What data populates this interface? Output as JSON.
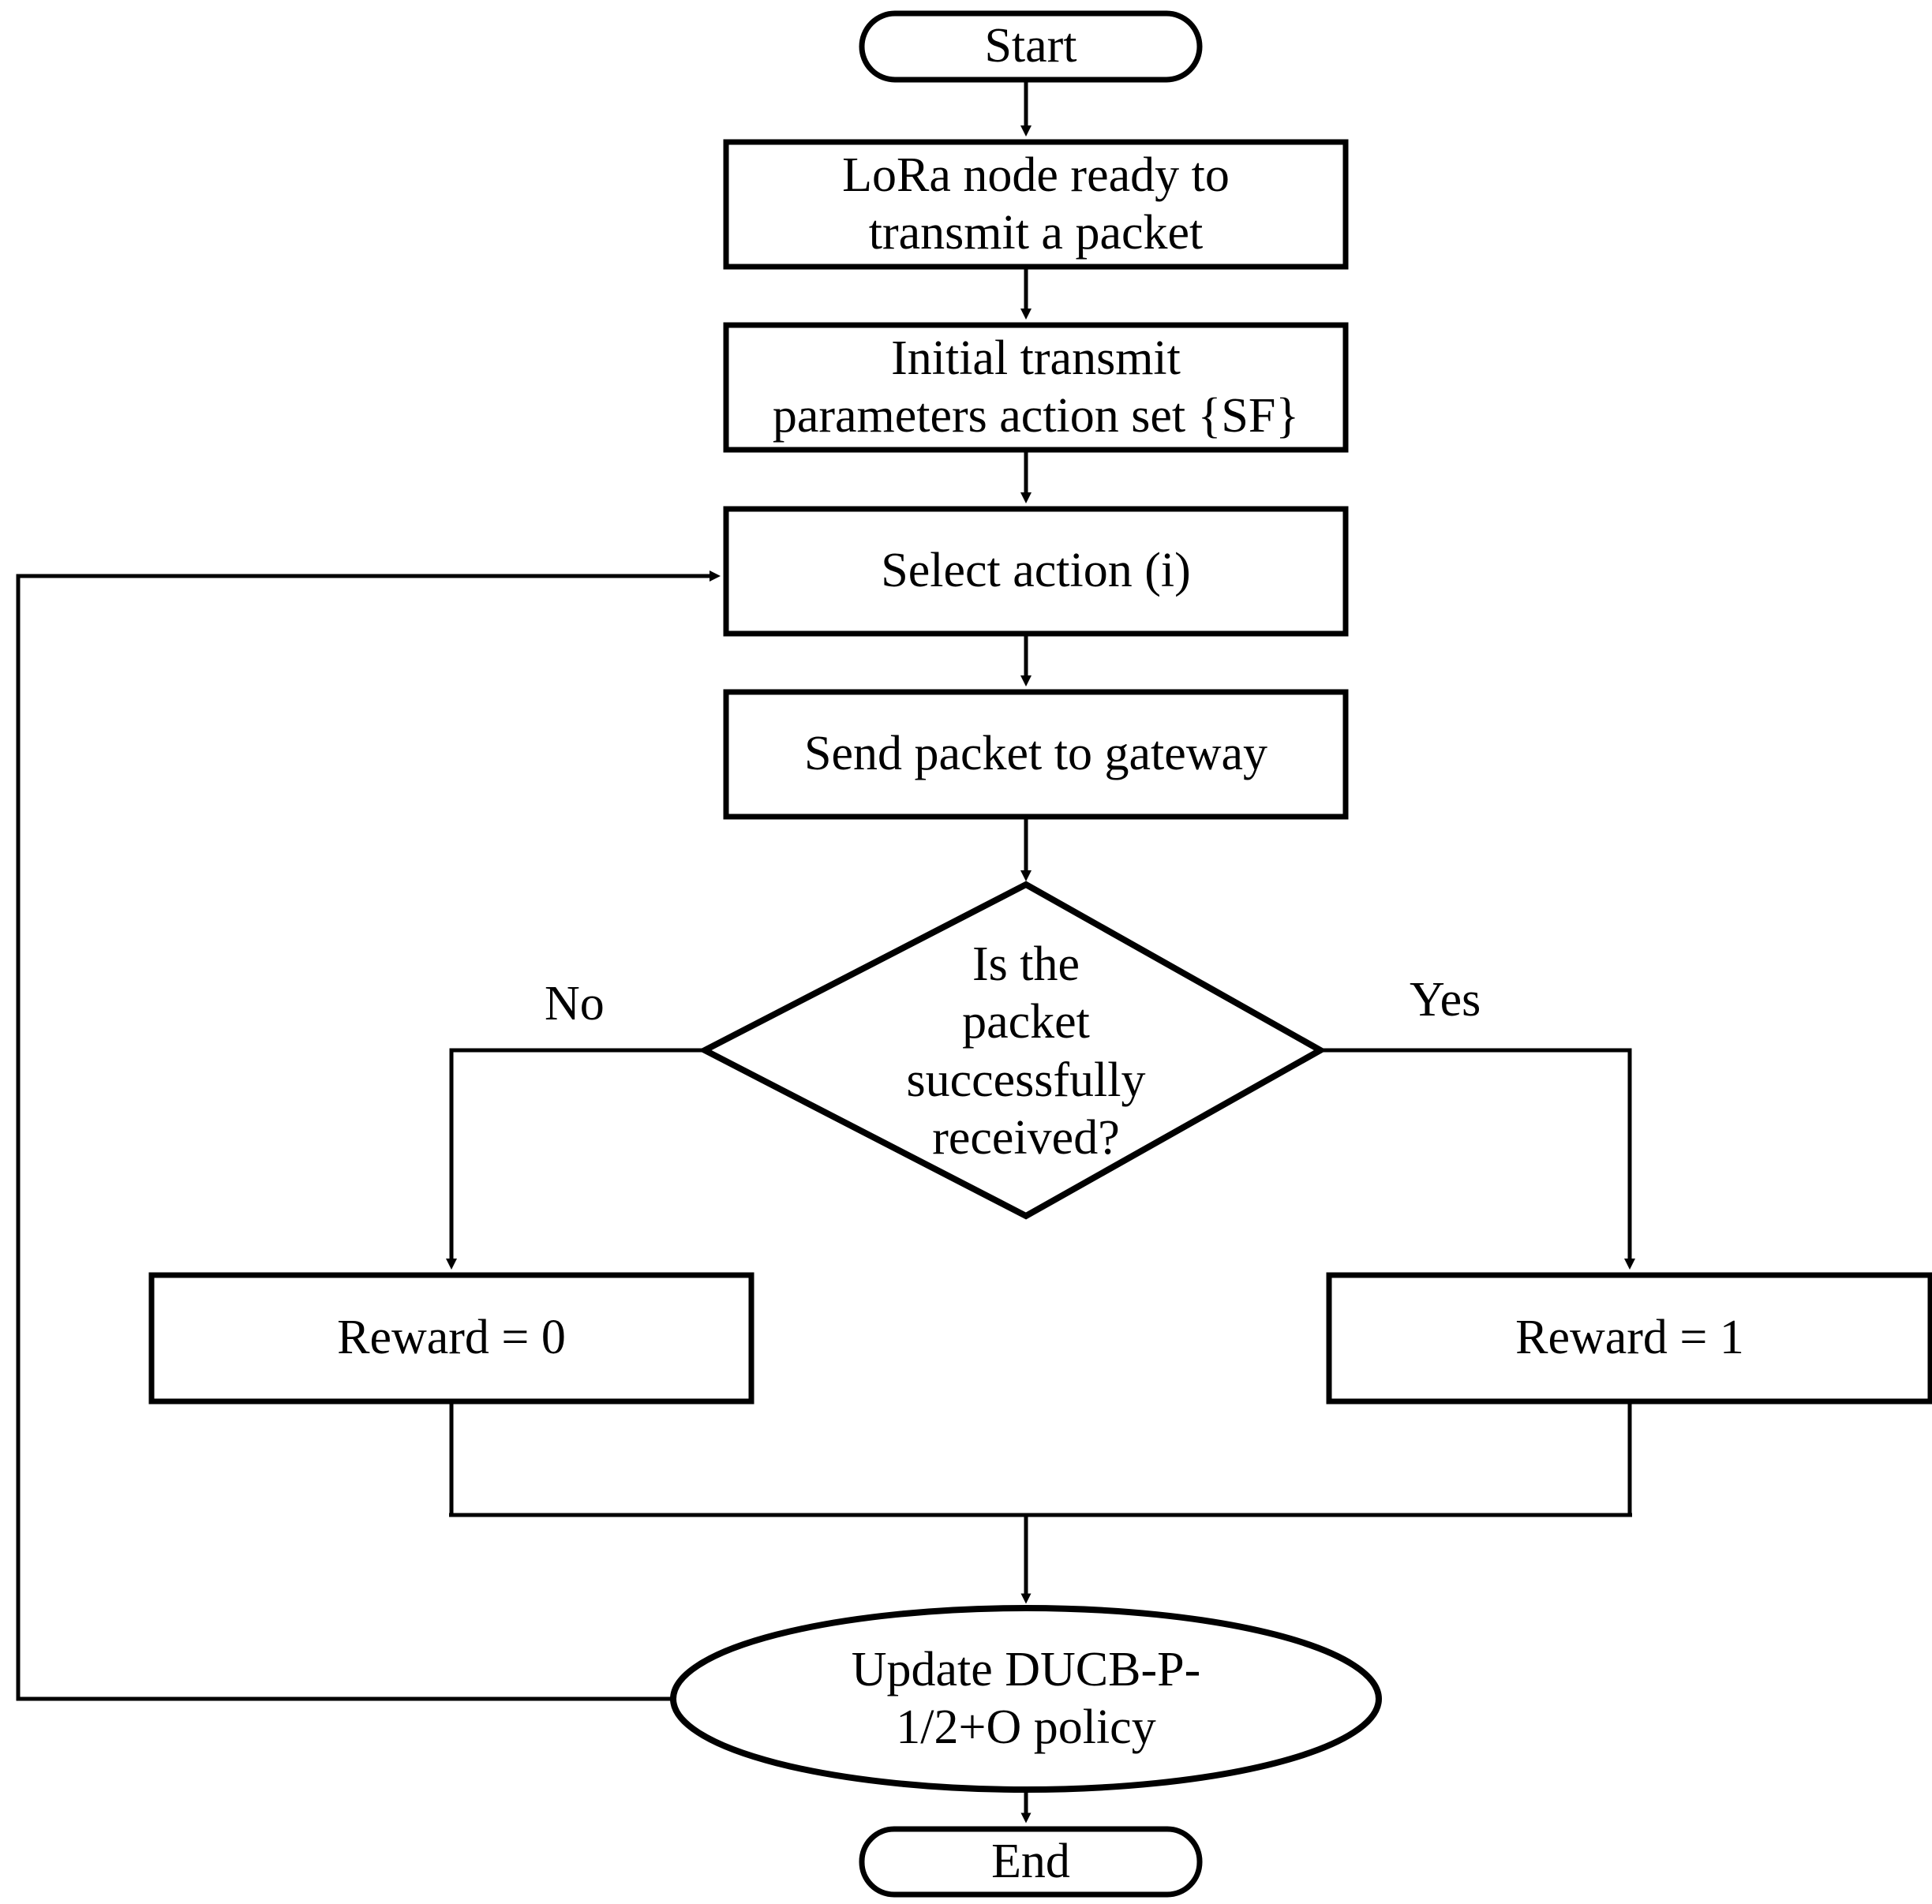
{
  "diagram": {
    "title": "LoRa node transmission flowchart with DUCB policy update",
    "background_color": "#ffffff",
    "stroke_color": "#000000",
    "fill_color": "#ffffff",
    "nodes": {
      "start": {
        "label": "Start",
        "shape": "terminator"
      },
      "ready": {
        "label": "LoRa node ready to\ntransmit a packet",
        "shape": "process"
      },
      "init_params": {
        "label": "Initial transmit\nparameters action set {SF}",
        "shape": "process"
      },
      "select_action": {
        "label": "Select action (i)",
        "shape": "process"
      },
      "send_packet": {
        "label": "Send packet to gateway",
        "shape": "process"
      },
      "decision": {
        "label": "Is the\npacket\nsuccessfully\nreceived?",
        "shape": "decision"
      },
      "reward_zero": {
        "label": "Reward = 0",
        "shape": "process"
      },
      "reward_one": {
        "label": "Reward = 1",
        "shape": "process"
      },
      "update_policy": {
        "label": "Update DUCB-P-\n1/2+O policy",
        "shape": "ellipse"
      },
      "end": {
        "label": "End",
        "shape": "terminator"
      }
    },
    "edge_labels": {
      "no_branch": "No",
      "yes_branch": "Yes"
    }
  }
}
